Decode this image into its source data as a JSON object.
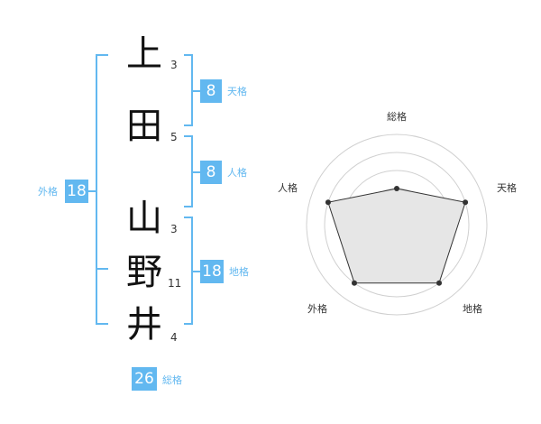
{
  "name": {
    "chars": [
      {
        "char": "上",
        "strokes": "3"
      },
      {
        "char": "田",
        "strokes": "5"
      },
      {
        "char": "山",
        "strokes": "3"
      },
      {
        "char": "野",
        "strokes": "11"
      },
      {
        "char": "井",
        "strokes": "4"
      }
    ]
  },
  "kakusu": {
    "tenkaku": {
      "value": "8",
      "label": "天格"
    },
    "jinkaku": {
      "value": "8",
      "label": "人格"
    },
    "chikaku": {
      "value": "18",
      "label": "地格"
    },
    "gaikaku": {
      "value": "18",
      "label": "外格"
    },
    "soukaku": {
      "value": "26",
      "label": "総格"
    }
  },
  "radar": {
    "labels": [
      "総格",
      "天格",
      "地格",
      "外格",
      "人格"
    ],
    "levels": 5,
    "values": [
      0.4,
      0.8,
      0.8,
      0.8,
      0.8
    ]
  },
  "colors": {
    "accent": "#62b8f0",
    "grid": "#d0d0d0",
    "fill": "#e6e6e6"
  }
}
